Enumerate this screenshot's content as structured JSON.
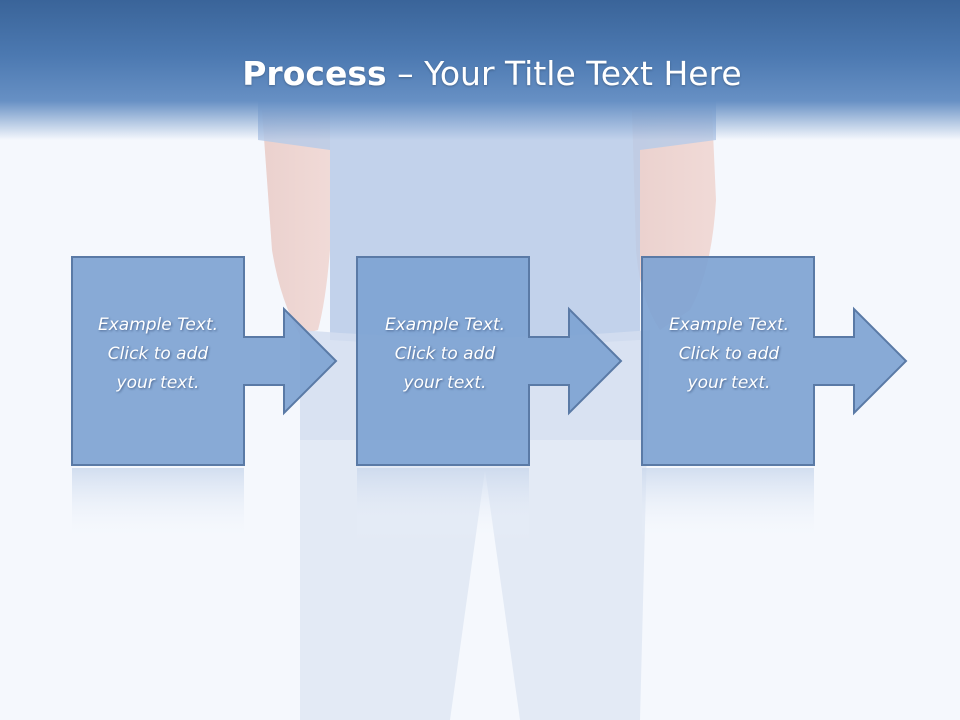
{
  "slide": {
    "title_bold": "Process",
    "title_rest": " – Your Title Text Here"
  },
  "steps": [
    {
      "line1": "Example Text.",
      "line2": "Click  to add",
      "line3": "your text."
    },
    {
      "line1": "Example Text.",
      "line2": "Click  to add",
      "line3": "your text."
    },
    {
      "line1": "Example Text.",
      "line2": "Click  to add",
      "line3": "your text."
    }
  ],
  "colors": {
    "title_bar": "#4c79b1",
    "box_fill": "#7ea3d2",
    "box_border": "#5a7aa6",
    "background": "#f5f8fd"
  }
}
